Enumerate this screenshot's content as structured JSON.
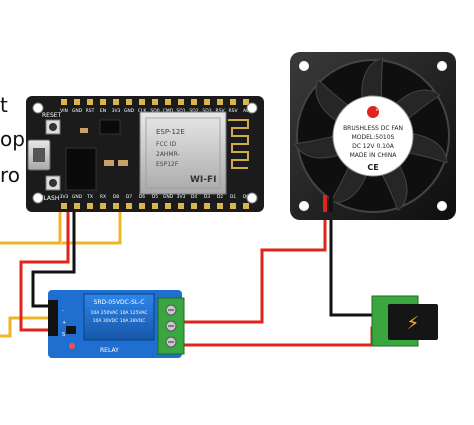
{
  "edge_text": [
    "t",
    "op",
    "ro"
  ],
  "nodemcu": {
    "top_pins": [
      "VIN",
      "GND",
      "RST",
      "EN",
      "3V3",
      "GND",
      "CLK",
      "SD0",
      "CMD",
      "SD1",
      "SD2",
      "SD3",
      "RSV",
      "RSV",
      "A0"
    ],
    "bottom_pins": [
      "3V3",
      "GND",
      "TX",
      "RX",
      "D8",
      "D7",
      "D6",
      "D5",
      "GND",
      "3V3",
      "D4",
      "D3",
      "D2",
      "D1",
      "D0"
    ],
    "reset_label": "RESET",
    "flash_label": "FLASH",
    "module_text": [
      "ESP-12E",
      "FCC ID",
      "2AHMR-",
      "ESP12F"
    ],
    "module_brand": "WI-FI"
  },
  "fan": {
    "label_lines": [
      "BRUSHLESS DC FAN",
      "MODEL:5010S",
      "DC   12V   0.10A",
      "MADE IN CHINA"
    ],
    "ce_mark": "CE"
  },
  "relay_module": {
    "relay_lines": [
      "SRD-05VDC-SL-C",
      "10A 250VAC  10A 125VAC",
      "10A 30VDC   10A 28VDC"
    ],
    "board_text": "RELAY",
    "pin_labels": [
      "-",
      "+",
      "S"
    ]
  },
  "power_jack": {
    "symbol": "⚡"
  },
  "colors": {
    "wire_red": "#e0241b",
    "wire_black": "#111111",
    "wire_yellow": "#f0b429",
    "pcb_black": "#1b1b1b",
    "relay_blue": "#1e6fd0",
    "terminal_green": "#3aa640",
    "fan_body": "#1c1c1c"
  }
}
